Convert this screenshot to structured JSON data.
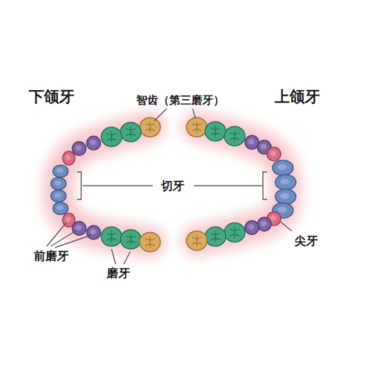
{
  "diagram": {
    "labels": [
      "下颌牙",
      "智齿（第三磨牙）",
      "上颌牙",
      "切牙",
      "前磨牙",
      "磨牙",
      "尖牙"
    ]
  }
}
